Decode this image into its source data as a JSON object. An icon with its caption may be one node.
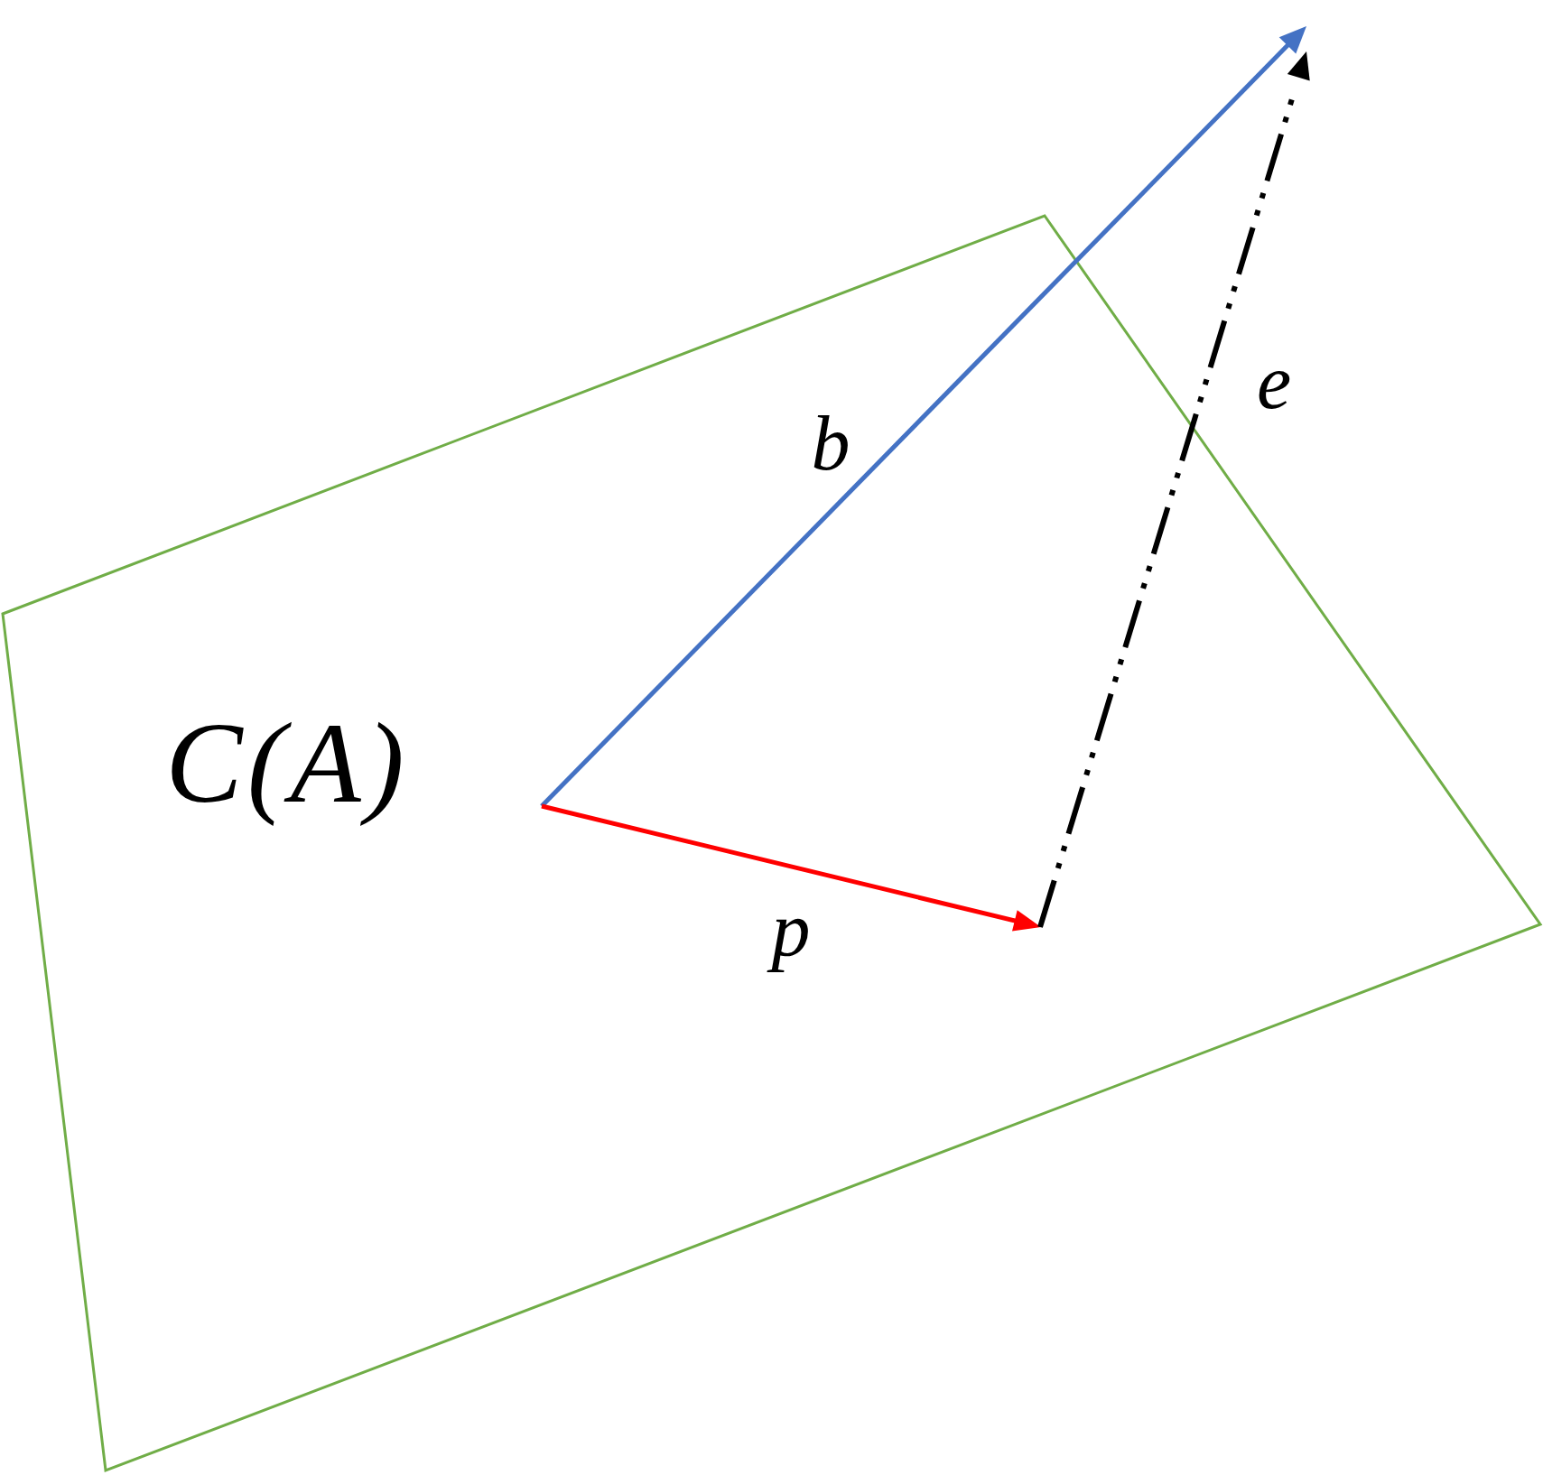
{
  "diagram": {
    "nodes": [
      {
        "text": [
          "C(A)"
        ]
      }
    ],
    "labels": [
      "e",
      "b",
      "p"
    ]
  }
}
